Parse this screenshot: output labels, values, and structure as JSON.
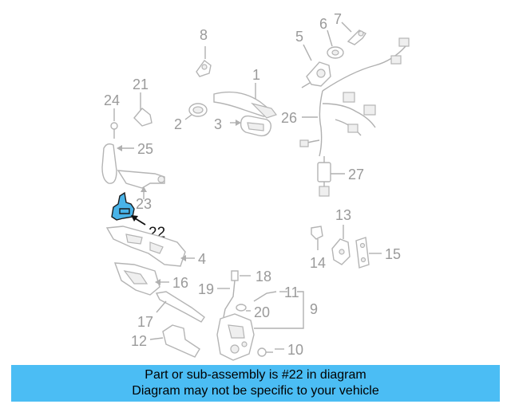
{
  "diagram": {
    "callouts": [
      "1",
      "2",
      "3",
      "4",
      "5",
      "6",
      "7",
      "8",
      "9",
      "10",
      "11",
      "12",
      "13",
      "14",
      "15",
      "16",
      "17",
      "18",
      "19",
      "20",
      "21",
      "22",
      "23",
      "24",
      "25",
      "26",
      "27"
    ],
    "highlighted": "22",
    "colors": {
      "highlight": "#49b3e8",
      "banner": "#4bbdf4",
      "line": "#b0b0b0"
    }
  },
  "banner": {
    "line1": "Part or sub-assembly is #22 in diagram",
    "line2": "Diagram may not be specific to your vehicle"
  }
}
